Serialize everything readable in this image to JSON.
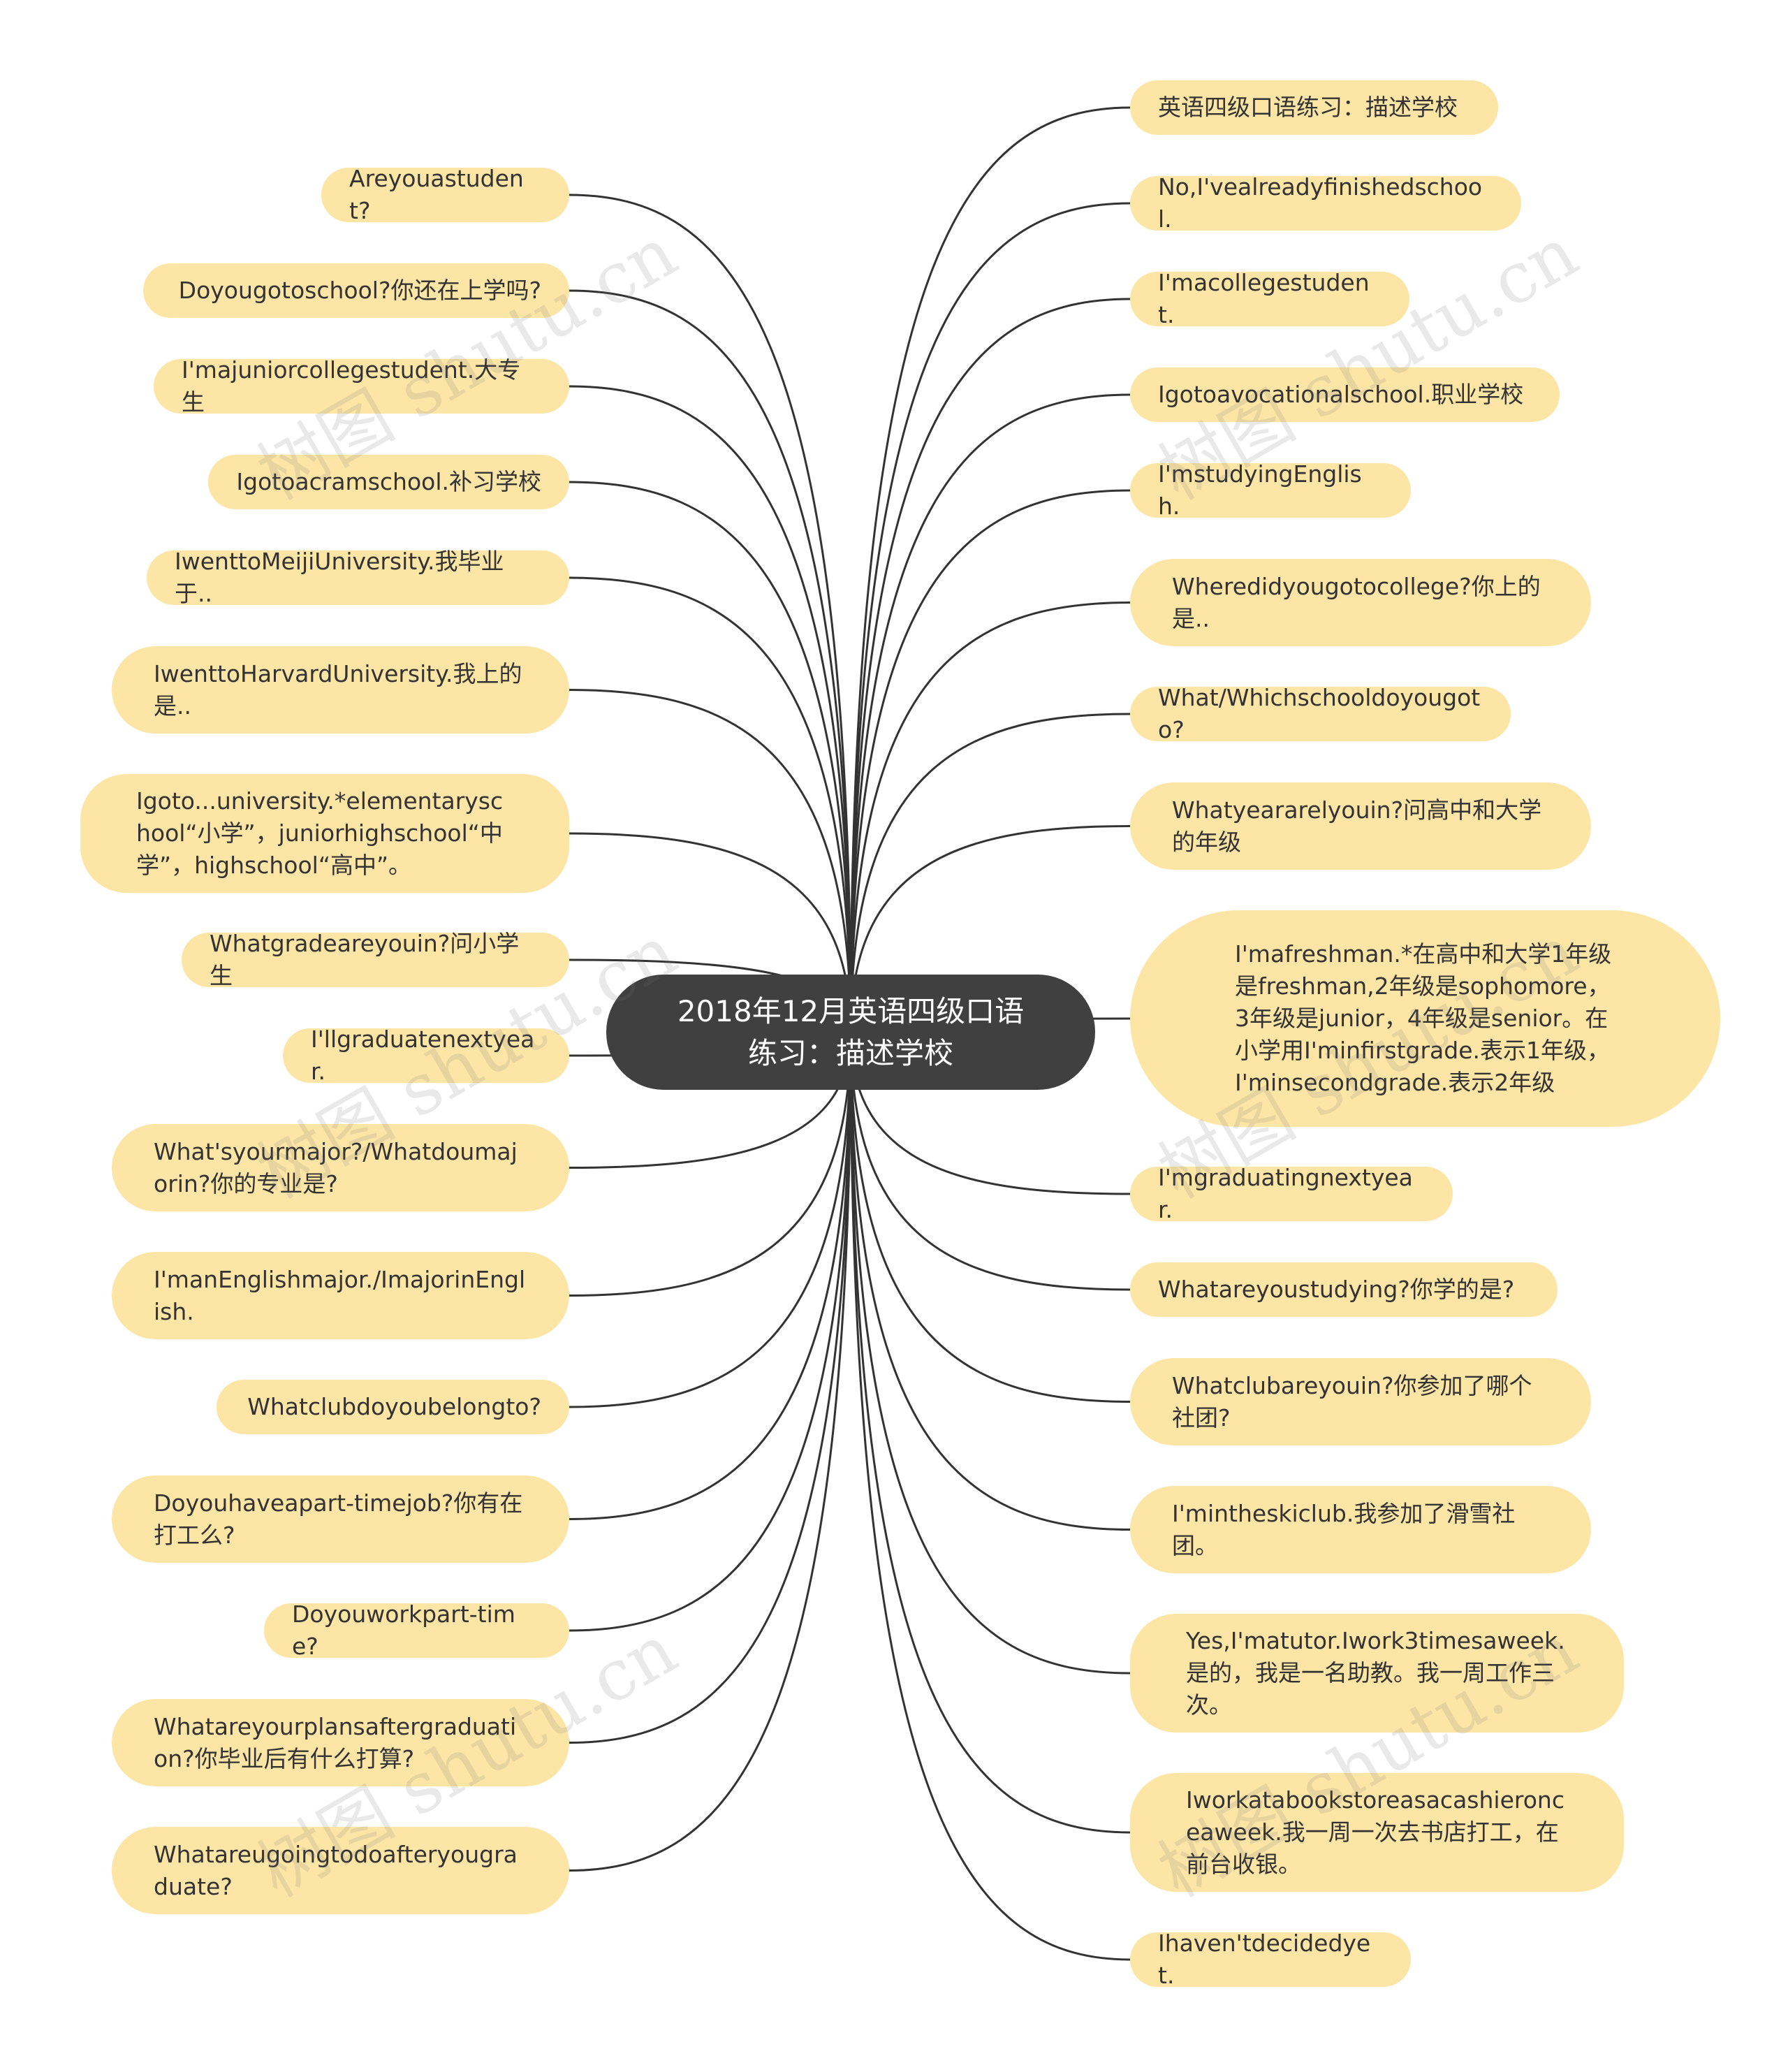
{
  "center": {
    "line1": "2018年12月英语四级口语",
    "line2": "练习：描述学校"
  },
  "left_nodes": [
    {
      "text": "Areyouastudent?"
    },
    {
      "text": "Doyougotoschool?你还在上学吗?"
    },
    {
      "text": "I'majuniorcollegestudent.大专生"
    },
    {
      "text": "Igotoacramschool.补习学校"
    },
    {
      "text": "IwenttoMeijiUniversity.我毕业于.."
    },
    {
      "text": "IwenttoHarvardUniversity.我上的是.."
    },
    {
      "text": "Igoto...university.*elementaryschool“小学”，juniorhighschool“中学”，highschool“高中”。"
    },
    {
      "text": "Whatgradeareyouin?问小学生"
    },
    {
      "text": "I'llgraduatenextyear."
    },
    {
      "text": "What'syourmajor?/Whatdoumajorin?你的专业是?"
    },
    {
      "text": "I'manEnglishmajor./ImajorinEnglish."
    },
    {
      "text": "Whatclubdoyoubelongto?"
    },
    {
      "text": "Doyouhaveapart-timejob?你有在打工么?"
    },
    {
      "text": "Doyouworkpart-time?"
    },
    {
      "text": "Whatareyourplansaftergraduation?你毕业后有什么打算?"
    },
    {
      "text": "Whatareugoingtodoafteryougraduate?"
    }
  ],
  "right_nodes": [
    {
      "text": "英语四级口语练习：描述学校"
    },
    {
      "text": "No,I'vealreadyfinishedschool."
    },
    {
      "text": "I'macollegestudent."
    },
    {
      "text": "Igotoavocationalschool.职业学校"
    },
    {
      "text": "I'mstudyingEnglish."
    },
    {
      "text": "Wheredidyougotocollege?你上的是.."
    },
    {
      "text": "What/Whichschooldoyougoto?"
    },
    {
      "text": "Whatyeararelyouin?问高中和大学的年级"
    },
    {
      "text": "I'mafreshman.*在高中和大学1年级是freshman,2年级是sophomore，3年级是junior，4年级是senior。在小学用I'minfirstgrade.表示1年级，I'minsecondgrade.表示2年级"
    },
    {
      "text": "I'mgraduatingnextyear."
    },
    {
      "text": "Whatareyoustudying?你学的是?"
    },
    {
      "text": "Whatclubareyouin?你参加了哪个社团?"
    },
    {
      "text": "I'mintheskiclub.我参加了滑雪社团。"
    },
    {
      "text": "Yes,I'matutor.Iwork3timesaweek.是的，我是一名助教。我一周工作三次。"
    },
    {
      "text": "Iworkatabookstoreasacashieronceaweek.我一周一次去书店打工，在前台收银。"
    },
    {
      "text": "Ihaven'tdecidedyet."
    }
  ],
  "watermark": "树图 shutu.cn",
  "colors": {
    "node_fill": "#fde5a6",
    "center_fill": "#404040",
    "edge": "#333333"
  }
}
